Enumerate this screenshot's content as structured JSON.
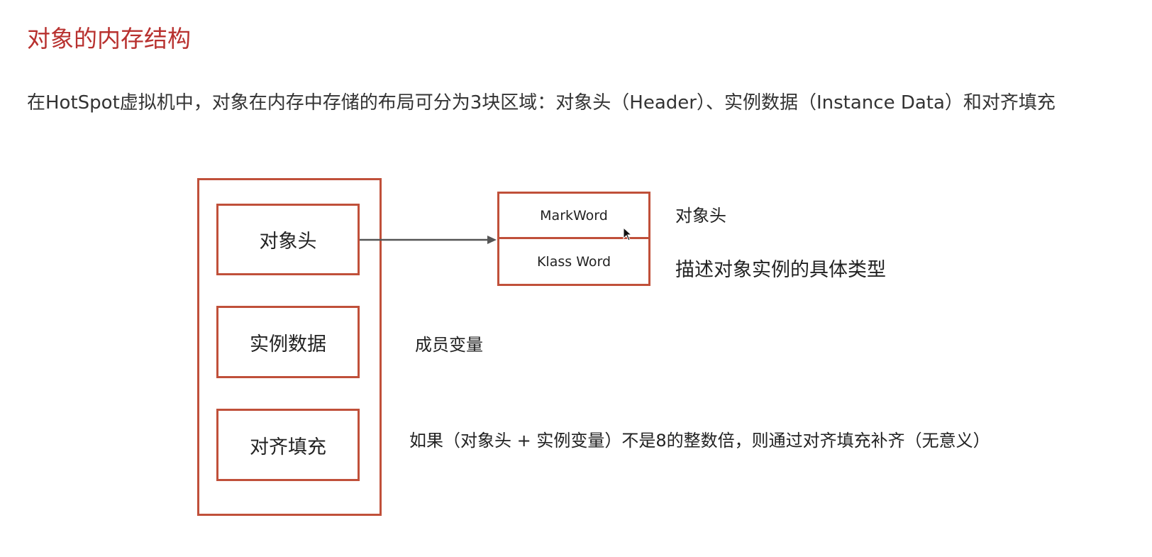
{
  "slide": {
    "title": "对象的内存结构",
    "intro": "在HotSpot虚拟机中，对象在内存中存储的布局可分为3块区域：对象头（Header）、实例数据（Instance Data）和对齐填充"
  },
  "diagram": {
    "object_sections": [
      "对象头",
      "实例数据",
      "对齐填充"
    ],
    "header_fields": [
      "MarkWord",
      "Klass Word"
    ],
    "notes": {
      "markword": "对象头",
      "klassword": "描述对象实例的具体类型",
      "instance_data": "成员变量",
      "padding": "如果（对象头 + 实例变量）不是8的整数倍，则通过对齐填充补齐（无意义）"
    },
    "colors": {
      "border": "#c0503a",
      "title": "#b8312f",
      "arrow": "#555555"
    }
  }
}
